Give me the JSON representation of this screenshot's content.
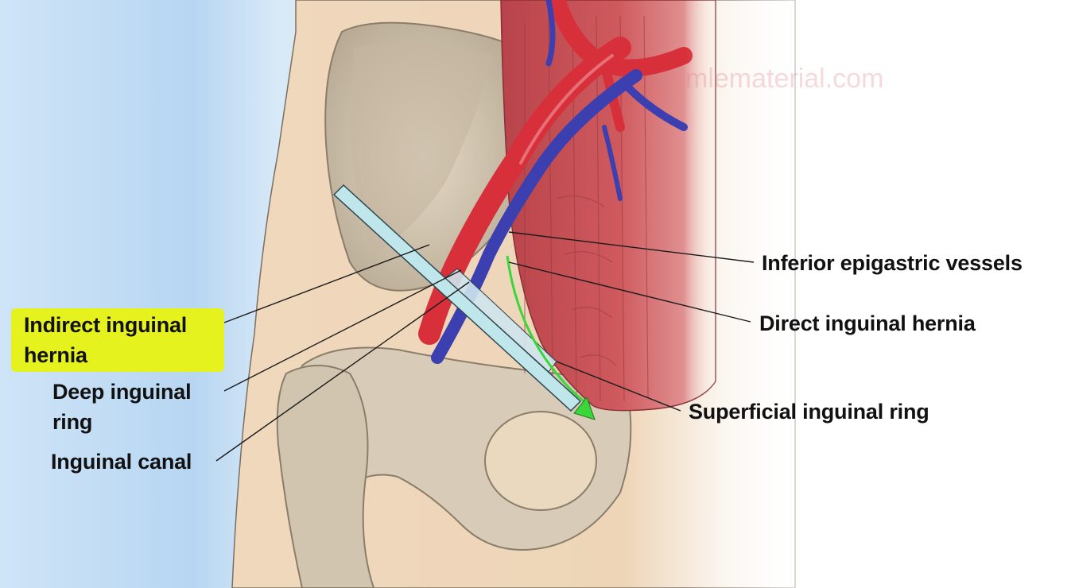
{
  "watermark": "mlematerial.com",
  "labels": {
    "inferior_epigastric": "Inferior epigastric vessels",
    "direct_hernia": "Direct inguinal hernia",
    "superficial_ring": "Superficial inguinal ring",
    "indirect_hernia_line1": "Indirect inguinal",
    "indirect_hernia_line2": "hernia",
    "deep_ring_line1": "Deep inguinal",
    "deep_ring_line2": "ring",
    "inguinal_canal": "Inguinal canal"
  },
  "colors": {
    "highlight": "#e6f21e",
    "artery": "#d7303a",
    "vein": "#3b3fb0",
    "muscle": "#c44d52",
    "bone": "#d9cdbb",
    "skin": "#efd6b8",
    "background": "#bcd9f2",
    "direct_hernia_arrow": "#3ad63a",
    "inguinal_canal_tube": "#bfe6ea"
  }
}
